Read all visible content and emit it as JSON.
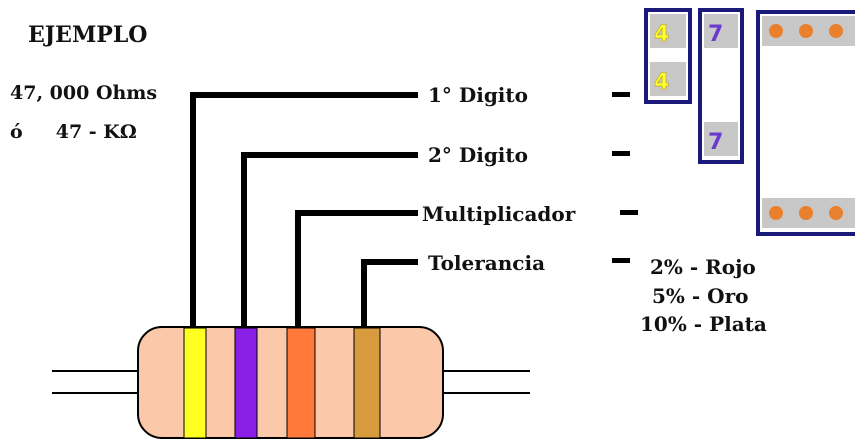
{
  "title": "EJEMPLO",
  "value_line1": "47, 000 Ohms",
  "value_line2": "ó     47 - KΩ",
  "labels": {
    "digit1": "1° Digito",
    "digit2": "2° Digito",
    "multiplier": "Multiplicador",
    "tolerance": "Tolerancia"
  },
  "tolerance_list": [
    "2% - Rojo",
    "5% - Oro",
    "10% - Plata"
  ],
  "band_colors": {
    "band1": "#ffff22",
    "band2": "#8a1fe8",
    "band3": "#ff7a3a",
    "band4": "#d79a3c",
    "body": "#fcc8aa"
  },
  "digit_boxes": {
    "digit1": "4",
    "digit2": "7",
    "digit1_color": "#ffff33",
    "digit2_color": "#6a3ad0",
    "multiplier_dot_color": "#e8802e"
  }
}
